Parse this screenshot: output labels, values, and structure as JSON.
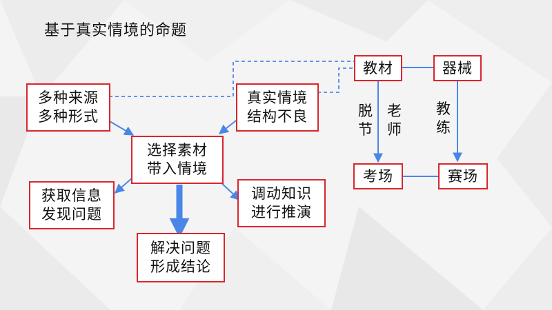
{
  "title": "基于真实情境的命题",
  "colors": {
    "box_border": "#d9262c",
    "arrow": "#4a86e8",
    "background": "#f4f4f4"
  },
  "nodes": {
    "sources": [
      "多种来源",
      "多种形式"
    ],
    "real": [
      "真实情境",
      "结构不良"
    ],
    "select": [
      "选择素材",
      "带入情境"
    ],
    "acquire": [
      "获取信息",
      "发现问题"
    ],
    "mobilize": [
      "调动知识",
      "进行推演"
    ],
    "solve": [
      "解决问题",
      "形成结论"
    ],
    "textbook": "教材",
    "equipment": "器械",
    "exam": "考场",
    "arena": "赛场"
  },
  "labels": {
    "detach": [
      "脱",
      "节"
    ],
    "teacher": [
      "老",
      "师"
    ],
    "coach": [
      "教",
      "练"
    ]
  }
}
